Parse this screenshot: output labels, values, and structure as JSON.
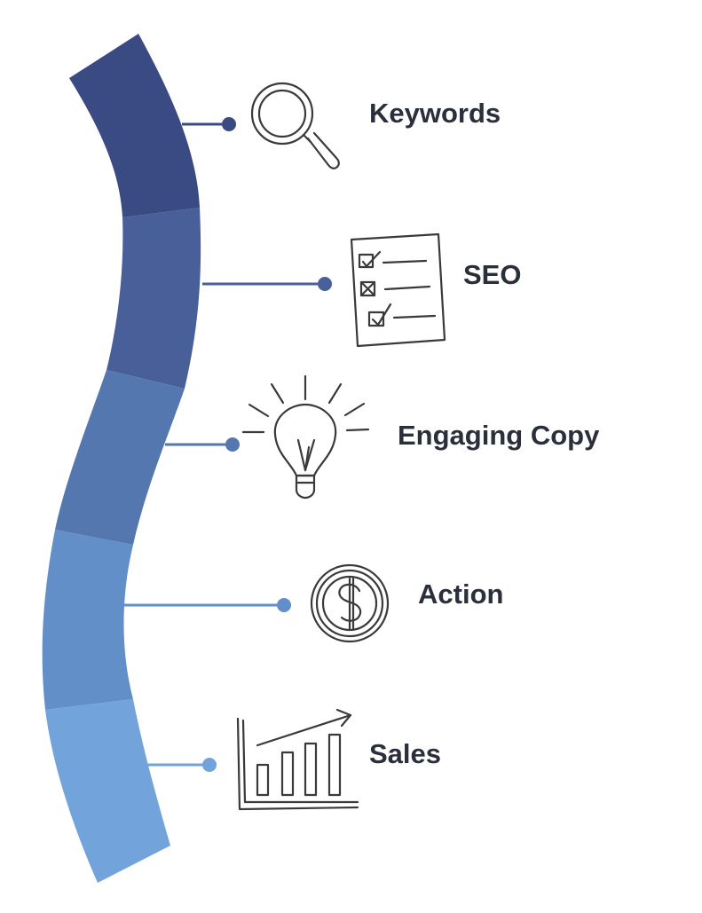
{
  "steps": [
    {
      "label": "Keywords",
      "icon": "magnifier-icon",
      "color": "#3a4a83"
    },
    {
      "label": "SEO",
      "icon": "checklist-icon",
      "color": "#485f9a"
    },
    {
      "label": "Engaging Copy",
      "icon": "lightbulb-icon",
      "color": "#5577b0"
    },
    {
      "label": "Action",
      "icon": "dollar-coin-icon",
      "color": "#628fc8"
    },
    {
      "label": "Sales",
      "icon": "growth-chart-icon",
      "color": "#72a3da"
    }
  ],
  "colors": {
    "text": "#2b2e3b",
    "icon_stroke": "#3a3a3a"
  }
}
